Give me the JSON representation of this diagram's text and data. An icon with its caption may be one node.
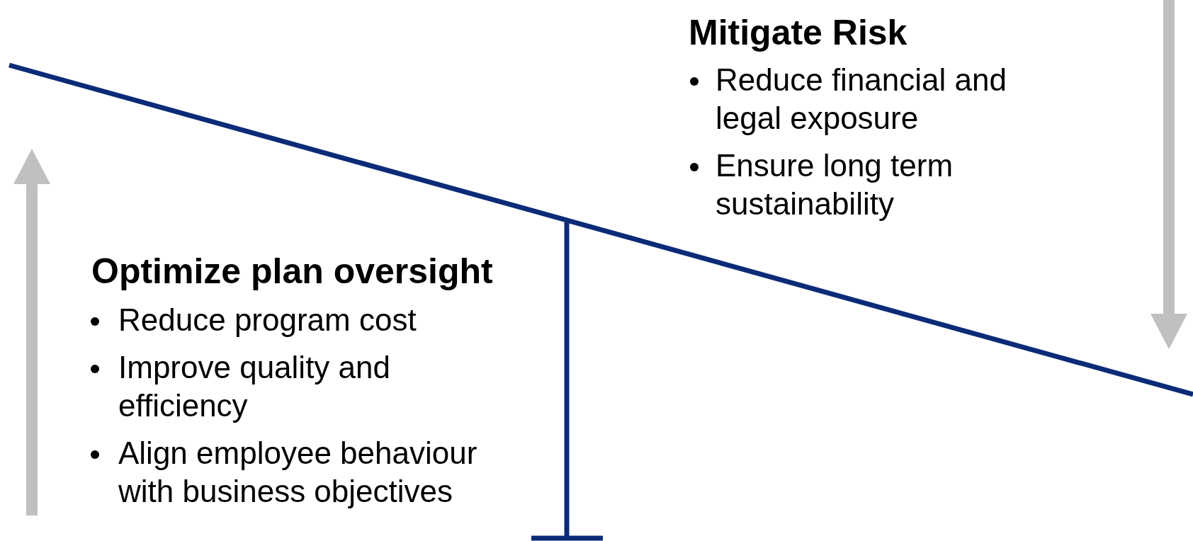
{
  "diagram": {
    "labels": [
      "Mitigate Risk",
      "Reduce financial and legal exposure",
      "Ensure long term sustainability",
      "Optimize plan oversight",
      "Reduce program cost",
      "Improve quality and efficiency",
      "Align employee behaviour with business objectives"
    ]
  }
}
